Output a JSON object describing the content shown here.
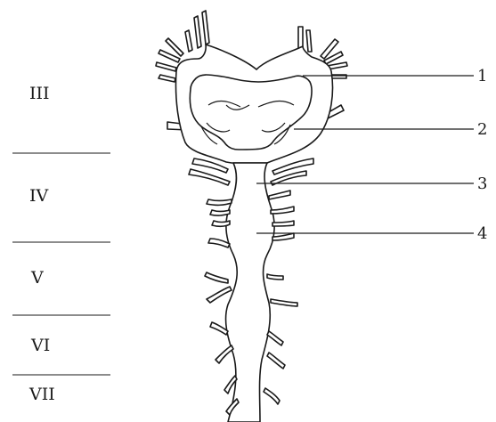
{
  "segments": [
    "III",
    "IV",
    "V",
    "VI",
    "VII"
  ],
  "labels": [
    "1",
    "2",
    "3",
    "4"
  ]
}
